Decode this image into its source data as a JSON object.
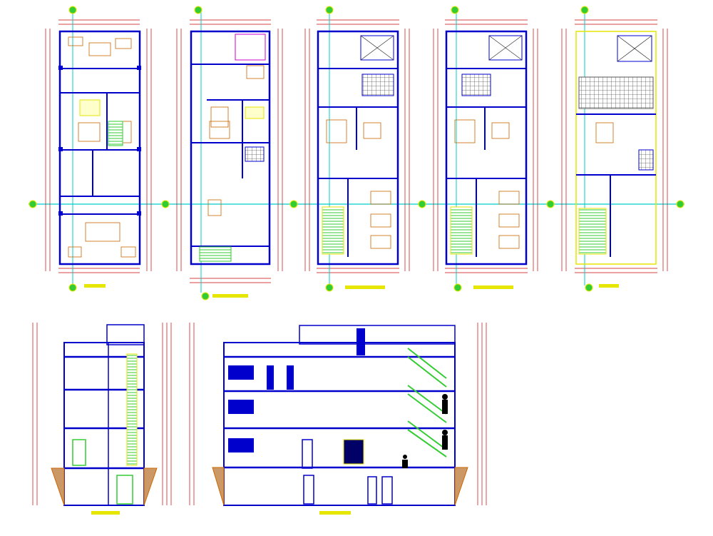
{
  "drawing": {
    "colors": {
      "background": "#ffffff",
      "wall": "#0000cc",
      "dimension": "#cc0000",
      "axis": "#00cccc",
      "grid_bubble": "#33cc33",
      "furniture": "#cc6600",
      "stair": "#33cc33",
      "accent_yellow": "#e6e600",
      "title_yellow": "#e6e600",
      "magenta": "#cc00cc"
    },
    "plans": [
      {
        "name": "plan-1",
        "title": ""
      },
      {
        "name": "plan-2",
        "title": ""
      },
      {
        "name": "plan-3",
        "title": ""
      },
      {
        "name": "plan-4",
        "title": ""
      },
      {
        "name": "plan-5",
        "title": ""
      }
    ],
    "sections": [
      {
        "name": "section-a",
        "title": ""
      },
      {
        "name": "section-b",
        "title": ""
      }
    ]
  }
}
